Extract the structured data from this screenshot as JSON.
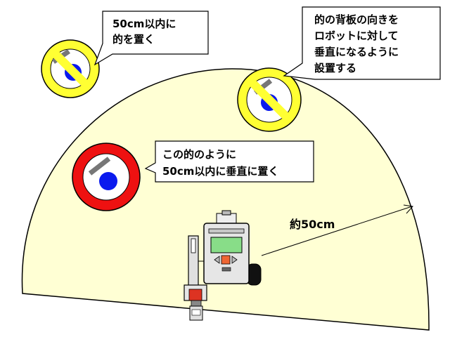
{
  "callouts": {
    "top_left": {
      "lines": [
        "50cm以内に",
        "的を置く"
      ]
    },
    "top_right": {
      "lines": [
        "的の背板の向きを",
        "ロボットに対して",
        "垂直になるように",
        "設置する"
      ]
    },
    "middle": {
      "lines": [
        "この的のように",
        "50cm以内に垂直に置く"
      ]
    }
  },
  "distance_label": "約50cm",
  "colors": {
    "area_fill": "#ffffd4",
    "ng_ring": "#ffff33",
    "ok_ring": "#ee1111",
    "target_dot": "#0a1aee",
    "target_plate": "#777777",
    "callout_bg": "#ffffff",
    "outline": "#000000"
  },
  "targets": [
    {
      "kind": "ng",
      "meaning": "prohibited-placement"
    },
    {
      "kind": "ng",
      "meaning": "prohibited-placement"
    },
    {
      "kind": "ok",
      "meaning": "correct-placement"
    }
  ],
  "icons": [
    "prohibition-sign-icon",
    "prohibition-sign-icon",
    "target-icon",
    "robot-icon"
  ]
}
